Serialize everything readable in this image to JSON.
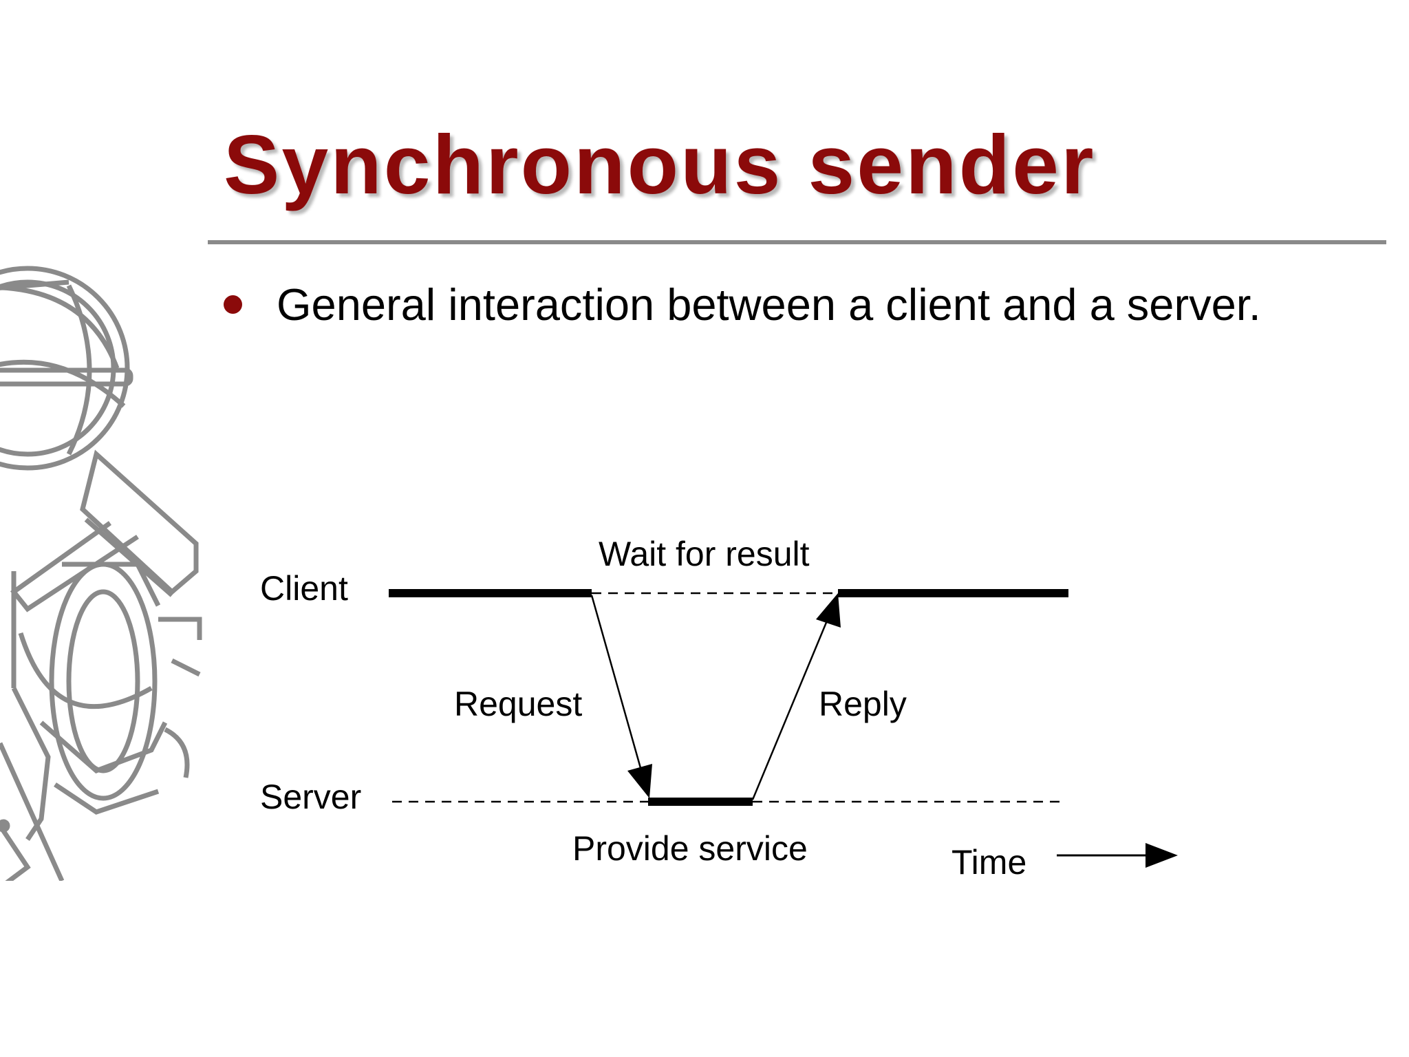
{
  "slide": {
    "title": "Synchronous sender",
    "bullet": "General interaction between a client and a server."
  },
  "diagram": {
    "client_label": "Client",
    "server_label": "Server",
    "wait_label": "Wait for result",
    "request_label": "Request",
    "reply_label": "Reply",
    "service_label": "Provide service",
    "time_label": "Time"
  },
  "colors": {
    "title": "#8b0a0a",
    "bullet": "#8b0a0a",
    "rule": "#8a8a8a",
    "emblem": "#8a8a8a"
  }
}
